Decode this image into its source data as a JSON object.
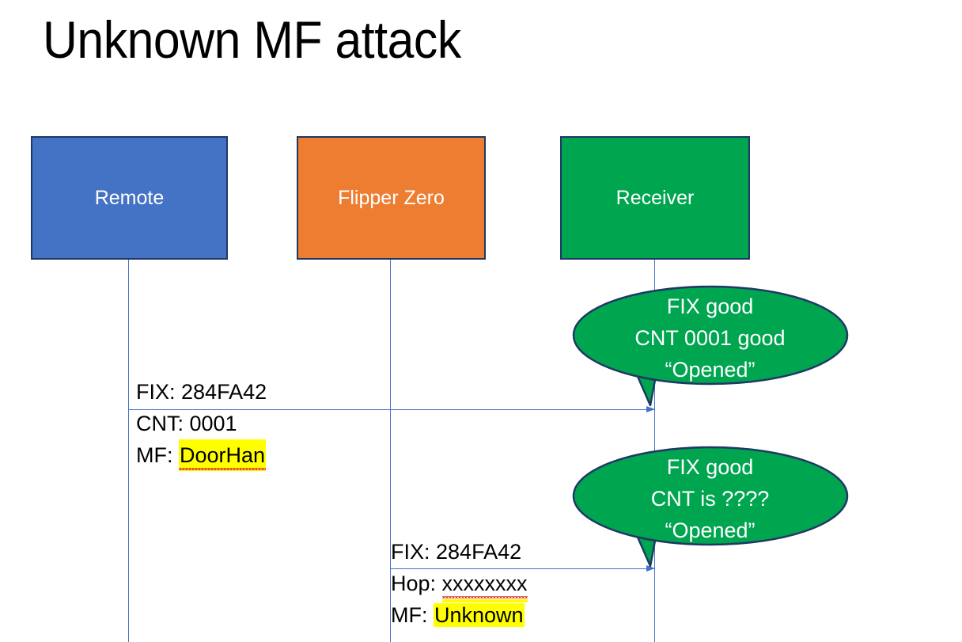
{
  "slide": {
    "title": "Unknown MF attack",
    "background": "#ffffff"
  },
  "colors": {
    "remote": "#4472C4",
    "flipper": "#ED7D31",
    "receiver": "#00A550",
    "box_border": "#1F3864",
    "lifeline": "#4472C4",
    "arrow": "#4472C4",
    "highlight": "#FFFF00",
    "spellcheck_underline": "#E03030",
    "text": "#000000",
    "box_label_text": "#ffffff"
  },
  "actors": [
    {
      "id": "remote",
      "label": "Remote",
      "color": "#4472C4"
    },
    {
      "id": "flipper",
      "label": "Flipper Zero",
      "color": "#ED7D31"
    },
    {
      "id": "receiver",
      "label": "Receiver",
      "color": "#00A550"
    }
  ],
  "messages": [
    {
      "id": "msg-1",
      "from": "Remote",
      "to": "Receiver",
      "lines": [
        {
          "prefix": "FIX: ",
          "value": "284FA42",
          "highlight": false,
          "spellcheck": false
        },
        {
          "prefix": "CNT: ",
          "value": "0001",
          "highlight": false,
          "spellcheck": false
        },
        {
          "prefix": "MF: ",
          "value": "DoorHan",
          "highlight": true,
          "spellcheck": true
        }
      ]
    },
    {
      "id": "msg-2",
      "from": "Flipper Zero",
      "to": "Receiver",
      "lines": [
        {
          "prefix": "FIX: ",
          "value": "284FA42",
          "highlight": false,
          "spellcheck": false
        },
        {
          "prefix": "Hop: ",
          "value": "xxxxxxxx",
          "highlight": false,
          "spellcheck": true
        },
        {
          "prefix": "MF: ",
          "value": "Unknown",
          "highlight": true,
          "spellcheck": false
        }
      ]
    }
  ],
  "callouts": [
    {
      "id": "callout-1",
      "owner": "receiver",
      "color": "#00A550",
      "lines": [
        "FIX good",
        "CNT 0001 good",
        "“Opened”"
      ]
    },
    {
      "id": "callout-2",
      "owner": "receiver",
      "color": "#00A550",
      "lines": [
        "FIX good",
        "CNT is ????",
        "“Opened”"
      ]
    }
  ]
}
